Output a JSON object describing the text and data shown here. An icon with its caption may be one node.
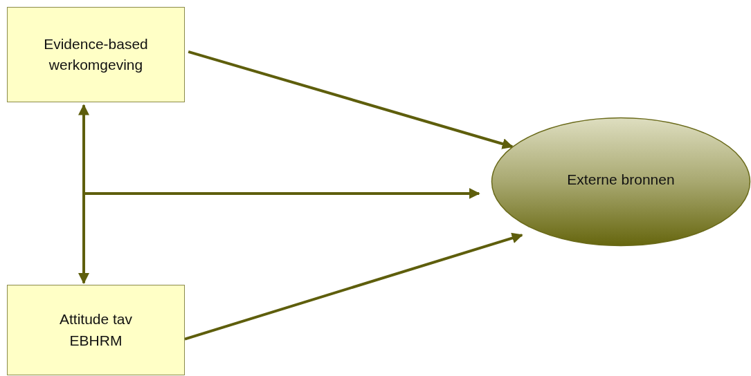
{
  "diagram": {
    "nodes": [
      {
        "text": [
          "Evidence-based werkomgeving"
        ]
      },
      {
        "text": [
          "Attitude tav EBHRM"
        ]
      },
      {
        "text": [
          "Externe bronnen"
        ]
      }
    ],
    "edges": [
      {
        "from": 0,
        "to": 2,
        "arrow": "to"
      },
      {
        "from": 1,
        "to": 2,
        "arrow": "to"
      },
      {
        "from": 0,
        "to": 1,
        "arrow": "both"
      },
      {
        "from": null,
        "to": 2,
        "arrow": "to"
      }
    ]
  }
}
